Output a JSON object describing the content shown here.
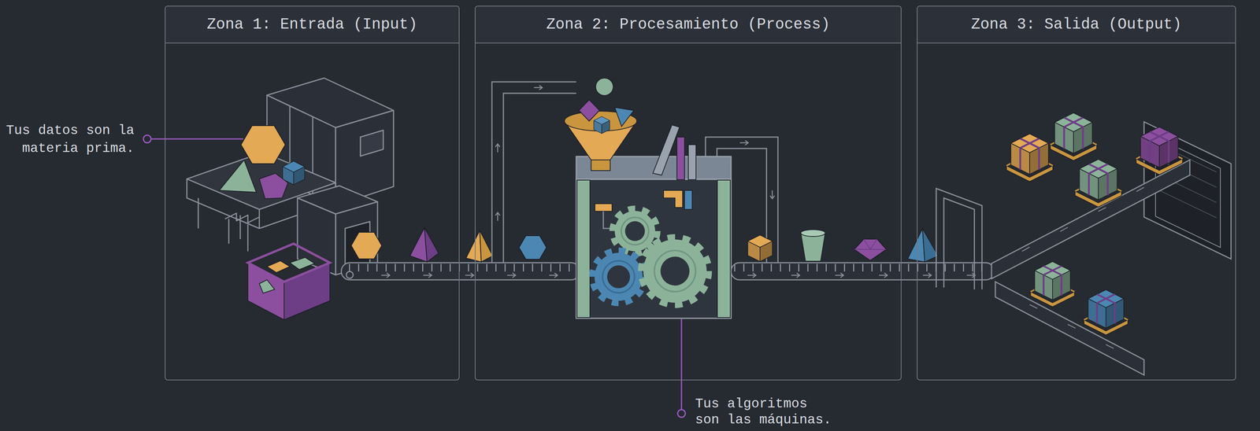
{
  "diagram": {
    "nodes": [
      {
        "text": [
          "Zona 1: Entrada (Input)"
        ]
      },
      {
        "text": [
          "Zona 2: Procesamiento (Process)"
        ]
      },
      {
        "text": [
          "Zona 3: Salida (Output)"
        ]
      }
    ],
    "labels": [
      "Tus datos son la materia prima.",
      "Tus algoritmos son las máquinas."
    ]
  }
}
